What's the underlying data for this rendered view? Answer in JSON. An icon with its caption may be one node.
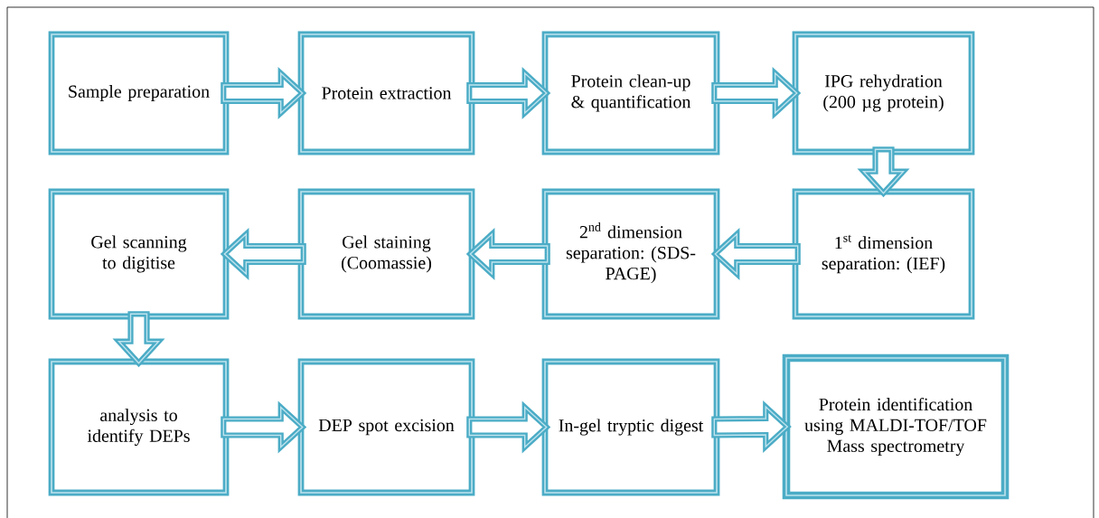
{
  "diagram": {
    "nodes": [
      {
        "text": [
          "Sample preparation"
        ]
      },
      {
        "text": [
          "Protein extraction"
        ]
      },
      {
        "text": [
          "Protein clean-up & quantification"
        ]
      },
      {
        "text": [
          "IPG rehydration (200 µg protein)"
        ]
      },
      {
        "text": [
          "1$^{st}$ dimension separation: (IEF)"
        ]
      },
      {
        "text": [
          "\\begin{array}{c}\\text{2}^{\\text{nd}}\\text{ dimension}\\\\ \\text{separation: (SDS-}\\\\ \\text{PAGE)}\\end{array}"
        ]
      },
      {
        "text": [
          "Gel staining (Coomassie)"
        ]
      },
      {
        "text": [
          "Gel scanning to digitise"
        ]
      },
      {
        "text": [
          "analysis to identify DEPs"
        ]
      },
      {
        "text": [
          "DEP spot excision"
        ]
      },
      {
        "text": [
          "In-gel tryptic digest"
        ]
      },
      {
        "text": [
          "Protein identification using MALDI-TOF/TOF Mass spectrometry"
        ]
      }
    ],
    "edges": [
      {
        "from": 0,
        "to": 1,
        "arrow": "to"
      },
      {
        "from": 1,
        "to": 2,
        "arrow": "to"
      },
      {
        "from": 2,
        "to": 3,
        "arrow": "to"
      },
      {
        "from": 3,
        "to": 4,
        "arrow": "to"
      },
      {
        "from": 4,
        "to": 5,
        "arrow": "to"
      },
      {
        "from": 5,
        "to": 6,
        "arrow": "to"
      },
      {
        "from": 6,
        "to": 7,
        "arrow": "to"
      },
      {
        "from": 7,
        "to": 8,
        "arrow": "to"
      },
      {
        "from": 8,
        "to": 9,
        "arrow": "to"
      },
      {
        "from": 9,
        "to": 10,
        "arrow": "to"
      },
      {
        "from": 10,
        "to": 11,
        "arrow": "to"
      }
    ]
  }
}
